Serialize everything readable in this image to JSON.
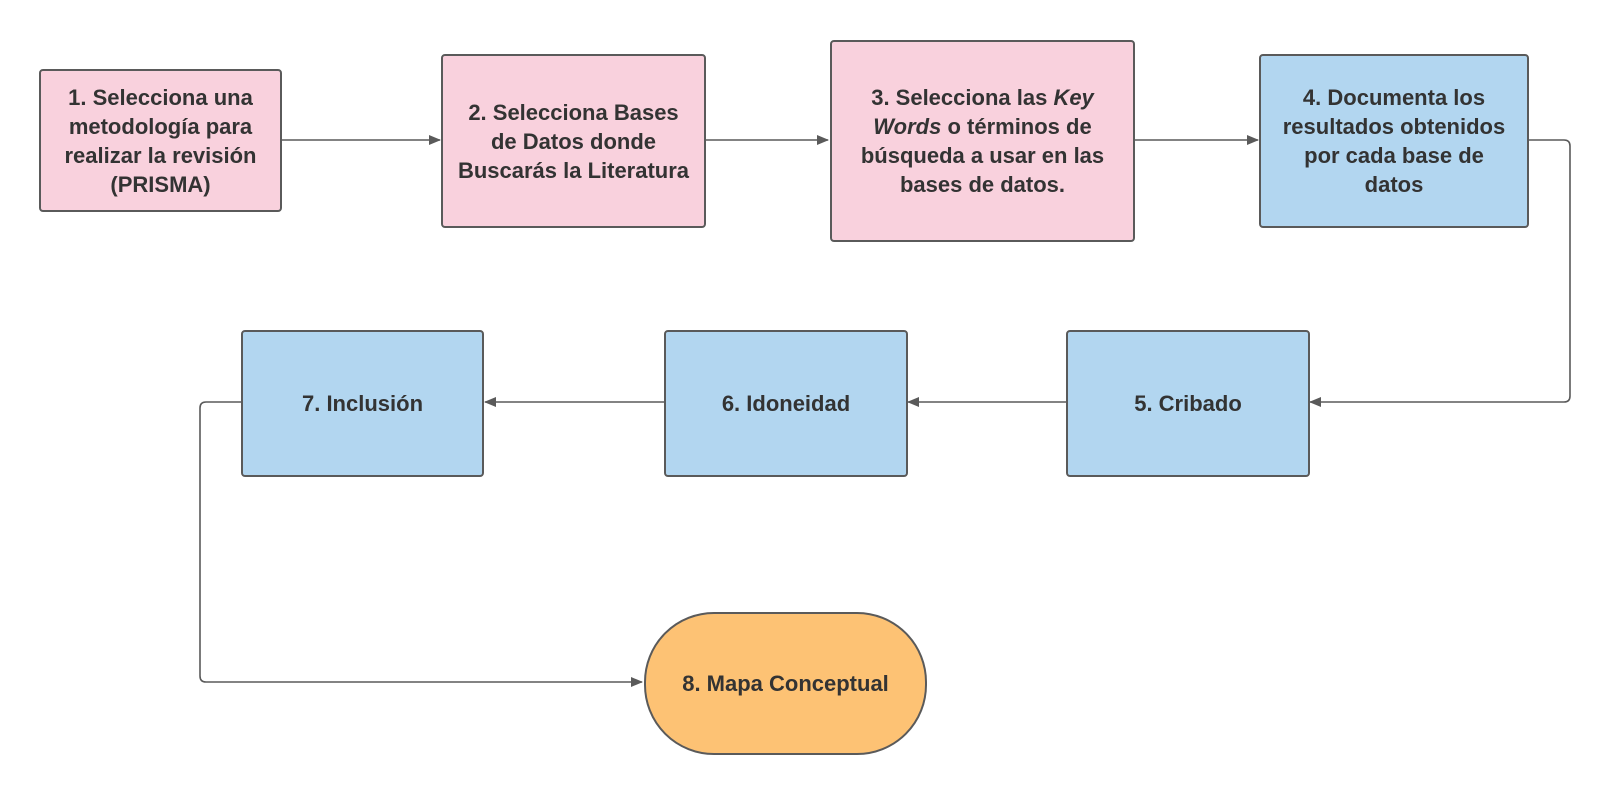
{
  "colors": {
    "pink": "#f9d1dd",
    "blue": "#b2d6f0",
    "orange": "#fdc274",
    "stroke": "#5a5a5a",
    "text": "#333333"
  },
  "nodes": {
    "n1": {
      "text": "1. Selecciona una metodología para realizar la revisión (PRISMA)"
    },
    "n2": {
      "text": "2. Selecciona Bases de Datos donde Buscarás la Literatura"
    },
    "n3": {
      "prefix": "3. Selecciona las ",
      "italic": "Key Words",
      "suffix": " o términos de búsqueda a usar en las bases de datos."
    },
    "n4": {
      "text": "4. Documenta los resultados obtenidos por cada base de datos"
    },
    "n5": {
      "text": "5. Cribado"
    },
    "n6": {
      "text": "6. Idoneidad"
    },
    "n7": {
      "text": "7. Inclusión"
    },
    "n8": {
      "text": "8. Mapa Conceptual"
    }
  },
  "edges": [
    {
      "from": "n1",
      "to": "n2"
    },
    {
      "from": "n2",
      "to": "n3"
    },
    {
      "from": "n3",
      "to": "n4"
    },
    {
      "from": "n4",
      "to": "n5"
    },
    {
      "from": "n5",
      "to": "n6"
    },
    {
      "from": "n6",
      "to": "n7"
    },
    {
      "from": "n7",
      "to": "n8"
    }
  ]
}
